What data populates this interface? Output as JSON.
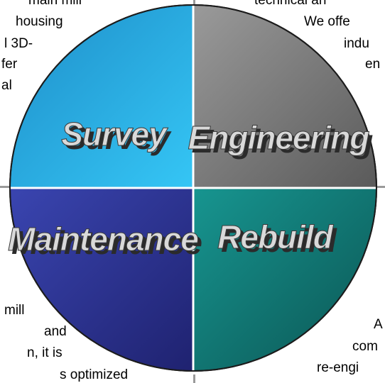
{
  "quadrants": [
    {
      "id": "survey",
      "label": "Survey",
      "color": "#29b4ea"
    },
    {
      "id": "engineering",
      "label": "Engineering",
      "color": "#7d7d7d"
    },
    {
      "id": "maintenance",
      "label": "Maintenance",
      "color": "#2d3499"
    },
    {
      "id": "rebuild",
      "label": "Rebuild",
      "color": "#117f7c"
    }
  ],
  "fragments": {
    "top_left": [
      "main    mill",
      "housing",
      "l 3D-",
      "fer",
      "al"
    ],
    "top_right": [
      "technical   an",
      "We offe",
      "indu",
      "en"
    ],
    "bottom_left": [
      "mill",
      "and",
      "n,   it  is",
      "s  optimized"
    ],
    "bottom_right": [
      "A",
      "com",
      "re-engi"
    ]
  },
  "colors": {
    "label_face": "#d9d9d9",
    "label_shadow": "#2b2b2b",
    "divider": "#9a9a9a"
  }
}
